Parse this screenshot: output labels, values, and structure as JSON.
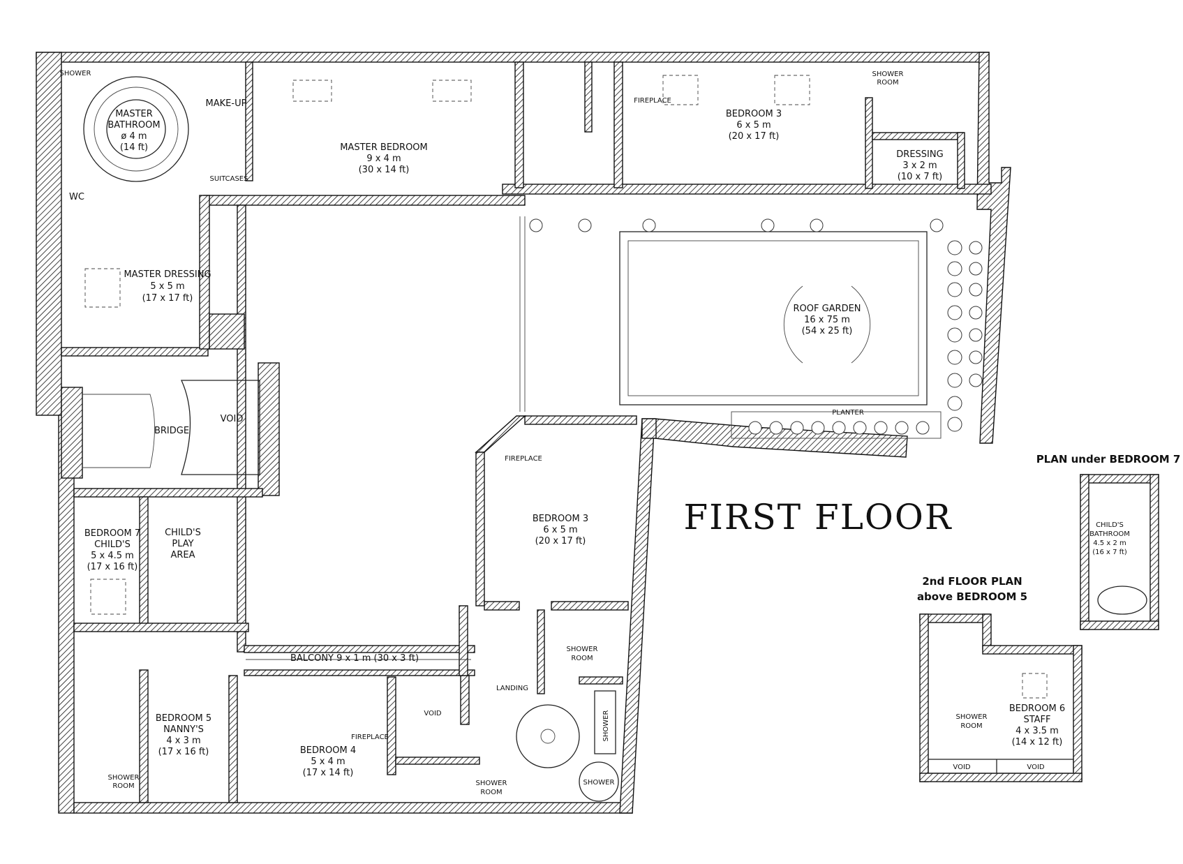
{
  "title": "FIRST FLOOR",
  "rooms": {
    "shower_tl": "SHOWER",
    "master_bathroom": [
      "MASTER",
      "BATHROOM",
      "ø 4 m",
      "(14 ft)"
    ],
    "wc": "WC",
    "make_up": "MAKE-UP",
    "suitcases": "SUITCASES",
    "master_bedroom": [
      "MASTER BEDROOM",
      "9 x 4 m",
      "(30 x 14 ft)"
    ],
    "fireplace_top": "FIREPLACE",
    "bedroom3_top": [
      "BEDROOM 3",
      "6 x 5 m",
      "(20 x 17 ft)"
    ],
    "shower_room_tr": [
      "SHOWER",
      "ROOM"
    ],
    "dressing": [
      "DRESSING",
      "3 x 2 m",
      "(10 x 7 ft)"
    ],
    "master_dressing": [
      "MASTER DRESSING",
      "5 x 5 m",
      "(17 x 17 ft)"
    ],
    "roof_garden": [
      "ROOF GARDEN",
      "16 x 75 m",
      "(54 x 25 ft)"
    ],
    "planter": "PLANTER",
    "void_left": "VOID",
    "bridge": "BRIDGE",
    "fireplace_mid": "FIREPLACE",
    "bedroom3_mid": [
      "BEDROOM 3",
      "6 x 5 m",
      "(20 x 17 ft)"
    ],
    "bedroom7": [
      "BEDROOM 7",
      "CHILD'S",
      "5 x 4.5 m",
      "(17 x 16 ft)"
    ],
    "childs_play": [
      "CHILD'S",
      "PLAY",
      "AREA"
    ],
    "balcony": "BALCONY  9 x 1 m  (30 x 3 ft)",
    "shower_room_mid": [
      "SHOWER",
      "ROOM"
    ],
    "landing": "LANDING",
    "void_bottom": "VOID",
    "shower_vertical": "SHOWER",
    "bedroom5": [
      "BEDROOM 5",
      "NANNY'S",
      "4 x 3 m",
      "(17 x 16 ft)"
    ],
    "bedroom4": [
      "BEDROOM 4",
      "5 x 4 m",
      "(17 x 14 ft)"
    ],
    "fireplace_b4": "FIREPLACE",
    "shower_room_bl": [
      "SHOWER",
      "ROOM"
    ],
    "shower_room_b": [
      "SHOWER",
      "ROOM"
    ],
    "shower_round": "SHOWER"
  },
  "plan_under_bedroom7": {
    "heading": "PLAN under BEDROOM 7",
    "childs_bathroom": [
      "CHILD'S",
      "BATHROOM",
      "4.5 x 2 m",
      "(16 x 7 ft)"
    ]
  },
  "second_floor": {
    "heading": [
      "2nd FLOOR PLAN",
      "above BEDROOM 5"
    ],
    "shower_room": [
      "SHOWER",
      "ROOM"
    ],
    "bedroom6": [
      "BEDROOM 6",
      "STAFF",
      "4 x 3.5 m",
      "(14 x 12 ft)"
    ],
    "void_a": "VOID",
    "void_b": "VOID"
  }
}
